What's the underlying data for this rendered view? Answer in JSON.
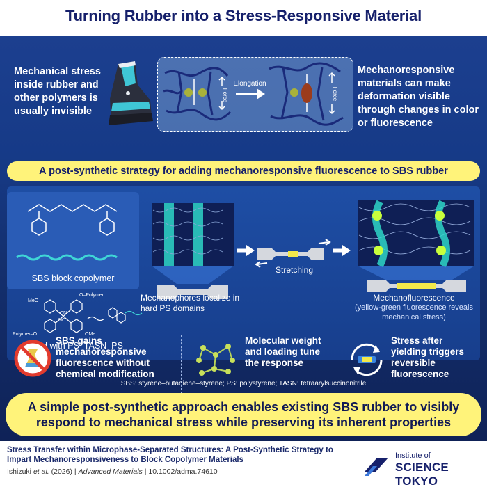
{
  "header": {
    "title": "Turning Rubber into a Stress-Responsive Material"
  },
  "intro": {
    "left_text": "Mechanical stress inside rubber and other polymers is usually invisible",
    "right_text": "Mechanoresponsive materials can make deformation visible through changes in color or fluorescence",
    "force_label": "Force",
    "elongation_label": "Elongation"
  },
  "strategy_banner": "A post-synthetic strategy for adding mechanoresponsive fluorescence to SBS rubber",
  "process": {
    "sbs_label": "SBS block copolymer",
    "blend_label": "Blend with PS–TASN–PS",
    "chem_labels": [
      "MeO",
      "O–Polymer",
      "CN",
      "NC",
      "Polymer–O",
      "OMe"
    ],
    "mechanophore_text": "Mechanophores localize in hard PS domains",
    "stretching_label": "Stretching",
    "mechanofluorescence_label": "Mechanofluorescence",
    "mechanofluorescence_sub": "(yellow-green fluorescence reveals mechanical stress)"
  },
  "features": [
    {
      "icon": "no-chemistry-icon",
      "text": "SBS gains mechanoresponsive fluorescence without chemical modification"
    },
    {
      "icon": "molecule-network-icon",
      "text": "Molecular weight and loading tune the response"
    },
    {
      "icon": "reversible-cycle-icon",
      "text": "Stress after yielding triggers reversible fluorescence"
    }
  ],
  "abbreviations": "SBS: styrene–butadiene–styrene; PS: polystyrene; TASN: tetraarylsuccinonitrile",
  "conclusion": "A simple post-synthetic approach enables existing SBS rubber to visibly respond to mechanical stress while preserving its inherent properties",
  "footer": {
    "citation_title": "Stress Transfer within Microphase-Separated Structures: A Post-Synthetic Strategy to Impart Mechanoresponsiveness to Block Copolymer Materials",
    "citation_authors": "Ishizuki",
    "citation_etal": "et al.",
    "citation_year": "(2026)",
    "citation_journal": "Advanced Materials",
    "citation_doi": "10.1002/adma.74610",
    "logo_sub": "Institute of",
    "logo_main": "SCIENCE TOKYO"
  },
  "colors": {
    "title": "#16206b",
    "banner": "#fff37a",
    "panel_dark": "#14306f",
    "fluorescence": "#c8ff3c"
  }
}
